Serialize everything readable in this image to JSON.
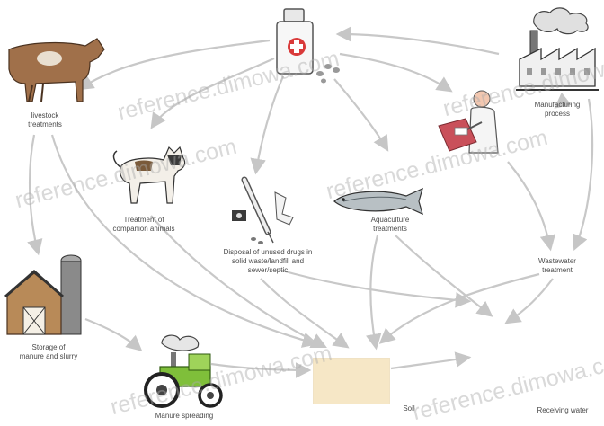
{
  "labels": {
    "livestock": [
      "livestock",
      "treatments"
    ],
    "pets": [
      "Treatment of",
      "companion animals"
    ],
    "disposal": [
      "Disposal of unused drugs in",
      "solid waste/landfill and",
      "sewer/septic"
    ],
    "aquaculture": [
      "Aquaculture",
      "treatments"
    ],
    "manufacturing": [
      "Manufacturing",
      "process"
    ],
    "wastewater": [
      "Wastewater",
      "treatment"
    ],
    "manure": [
      "Storage of",
      "manure and slurry"
    ],
    "field": [
      "Manure spreading"
    ],
    "soil": [
      "Soil"
    ],
    "water": [
      "Receiving water"
    ]
  },
  "watermark": "reference.dimowa.com",
  "colors": {
    "arrow": "#c6c6c6",
    "soil_box": "#f6e7c6",
    "ink": "#4a4a4a"
  }
}
